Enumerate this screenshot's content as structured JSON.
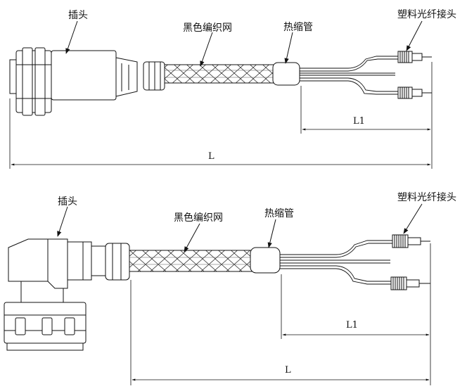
{
  "top": {
    "plug_label": "插头",
    "braid_label": "黑色编织网",
    "shrink_label": "热缩管",
    "connector_label": "塑料光纤接头",
    "dim_l1": "L1",
    "dim_l": "L"
  },
  "bottom": {
    "plug_label": "插头",
    "braid_label": "黑色编织网",
    "shrink_label": "热缩管",
    "connector_label": "塑料光纤接头",
    "dim_l1": "L1",
    "dim_l": "L"
  }
}
